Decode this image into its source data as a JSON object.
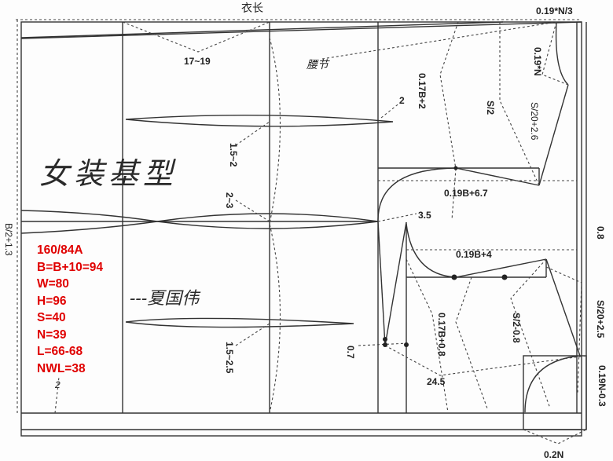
{
  "diagram": {
    "title": "女装基型",
    "author": "---夏国伟",
    "type": "women's basic garment block pattern draft"
  },
  "specs": {
    "color": "#e00000",
    "lines": [
      "160/84A",
      "B=B+10=94",
      "W=80",
      "H=96",
      "S=40",
      "N=39",
      "L=66-68",
      "NWL=38"
    ]
  },
  "labels": {
    "garment_length": "衣长",
    "waist_section": "腰节",
    "back_neck_width": "0.19*N/3",
    "back_neck_depth": "0.19*N",
    "back_shoulder_slope": "S/20+2.6",
    "back_shoulder": "S/2",
    "back_armhole_width": "0.17B+2",
    "back_width": "0.19B+6.7",
    "front_width": "0.19B+4",
    "front_armhole": "0.17B+0.8",
    "front_shoulder": "S/2-0.8",
    "front_shoulder_slope": "S/20+2.5",
    "front_neck_depth": "0.19N-0.3",
    "front_neck_width": "0.2N",
    "half_bust": "B/2+1.3",
    "dart_17_19": "17~19",
    "dart_1_5_2": "1.5~2",
    "dart_2_3": "2~3",
    "dart_1_5_2_5": "1.5~2.5",
    "side_2": "2",
    "hem_2": "2",
    "side_3_5": "3.5",
    "front_0_8": "0.8",
    "front_0_7": "0.7",
    "bust_24_5": "24.5"
  },
  "colors": {
    "line": "#333333",
    "dashed": "#444444",
    "annotation": "#e00000"
  }
}
